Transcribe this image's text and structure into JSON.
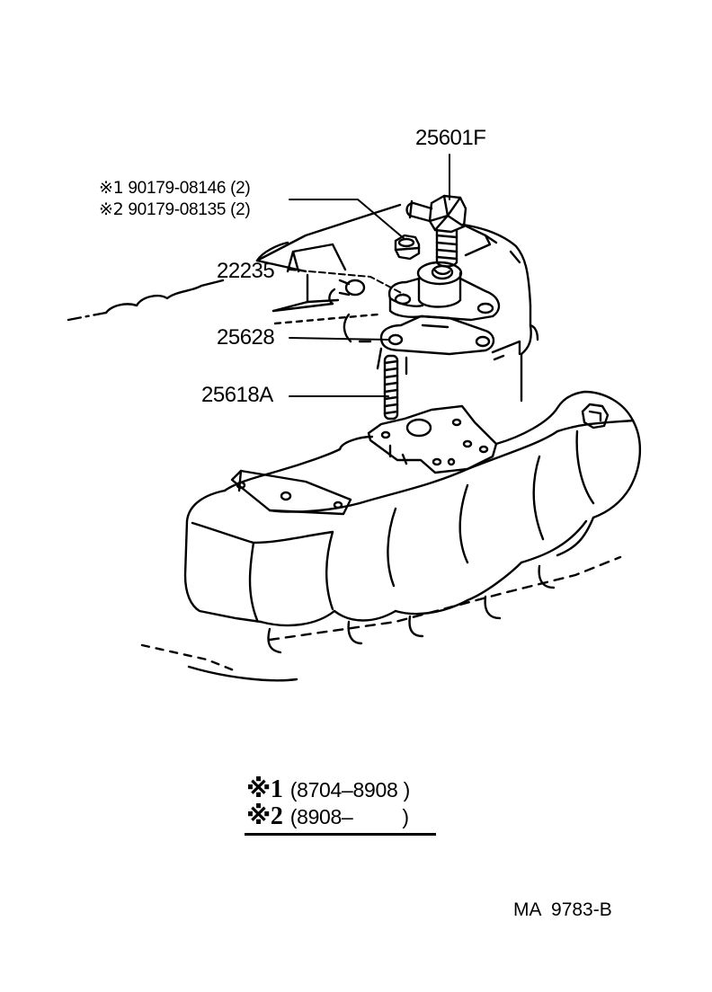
{
  "diagram": {
    "parts": {
      "p25601F": "25601F",
      "p22235": "22235",
      "p25628": "25628",
      "p25618A": "25618A"
    },
    "alternates": [
      {
        "marker": "※1",
        "number": "90179-08146",
        "qty": "(2)"
      },
      {
        "marker": "※2",
        "number": "90179-08135",
        "qty": "(2)"
      }
    ],
    "legend": [
      {
        "marker": "※",
        "index": "1",
        "range": "(8704–8908 )"
      },
      {
        "marker": "※",
        "index": "2",
        "range": "(8908–         )"
      }
    ],
    "figure_code": "MA  9783-B"
  }
}
